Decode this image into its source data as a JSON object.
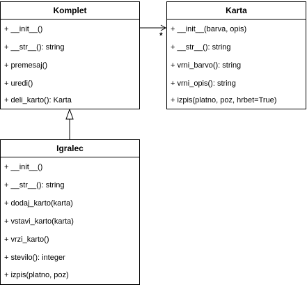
{
  "classes": {
    "komplet": {
      "name": "Komplet",
      "members": [
        "+ __init__()",
        "+ __str__(): string",
        "+ premesaj()",
        "+ uredi()",
        "+ deli_karto(): Karta"
      ]
    },
    "karta": {
      "name": "Karta",
      "members": [
        "+ __init__(barva, opis)",
        "+ __str__(): string",
        "+ vrni_barvo(): string",
        "+ vrni_opis(): string",
        "+ izpis(platno, poz, hrbet=True)"
      ]
    },
    "igralec": {
      "name": "Igralec",
      "members": [
        "+ __init__()",
        "+ __str__(): string",
        "+ dodaj_karto(karta)",
        "+ vstavi_karto(karta)",
        "+ vrzi_karto()",
        "+ stevilo(): integer",
        "+ izpis(platno, poz)"
      ]
    }
  },
  "associations": {
    "komplet_karta": {
      "multiplicity": "*"
    }
  }
}
